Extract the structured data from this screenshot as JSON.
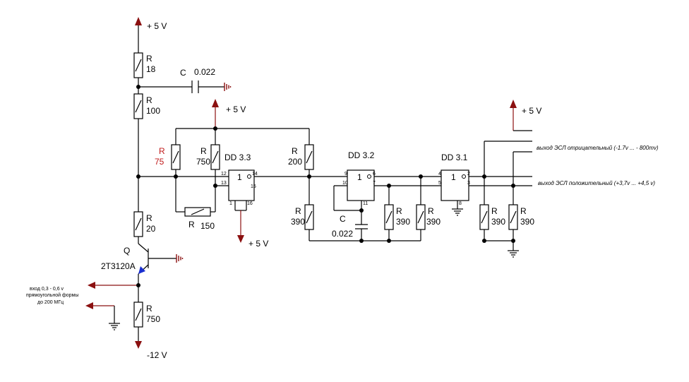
{
  "colors": {
    "wire": "#000000",
    "supply_arrow": "#8b1010",
    "highlight": "#c01a1a",
    "transistor_arrow": "#1a2fd0"
  },
  "supplies": {
    "plus5": "+ 5 V",
    "minus12": "-12 V"
  },
  "components": {
    "r18": {
      "ref": "R",
      "value": "18"
    },
    "c1": {
      "ref": "C",
      "value": "0.022"
    },
    "r100": {
      "ref": "R",
      "value": "100"
    },
    "r75": {
      "ref": "R",
      "value": "75"
    },
    "r750a": {
      "ref": "R",
      "value": "750"
    },
    "r150": {
      "ref": "R",
      "value": "150"
    },
    "r200": {
      "ref": "R",
      "value": "200"
    },
    "r390a": {
      "ref": "R",
      "value": "390"
    },
    "c2": {
      "ref": "C",
      "value": "0.022"
    },
    "r390b": {
      "ref": "R",
      "value": "390"
    },
    "r390c": {
      "ref": "R",
      "value": "390"
    },
    "r390d": {
      "ref": "R",
      "value": "390"
    },
    "r390e": {
      "ref": "R",
      "value": "390"
    },
    "r20": {
      "ref": "R",
      "value": "20"
    },
    "q": {
      "ref": "Q",
      "value": "2T3120A"
    },
    "r750b": {
      "ref": "R",
      "value": "750"
    }
  },
  "chips": {
    "dd33": {
      "name": "DD 3.3",
      "symbol": "1",
      "pins": [
        "12",
        "13",
        "14",
        "15",
        "1",
        "16"
      ]
    },
    "dd32": {
      "name": "DD 3.2",
      "symbol": "1",
      "pins": [
        "9",
        "10",
        "6",
        "7",
        "11"
      ]
    },
    "dd31": {
      "name": "DD 3.1",
      "symbol": "1",
      "pins": [
        "4",
        "5",
        "2",
        "3",
        "8"
      ]
    }
  },
  "outputs": {
    "negative": "выход ЭСЛ отрицательный (-1.7v ... - 800mv)",
    "positive": "выход ЭСЛ положительный (+3,7v ... +4,5 v)"
  },
  "input": {
    "line1": "вход 0,3 - 0,6 v",
    "line2": "прямоугольной формы",
    "line3": "до 200 МГц"
  }
}
